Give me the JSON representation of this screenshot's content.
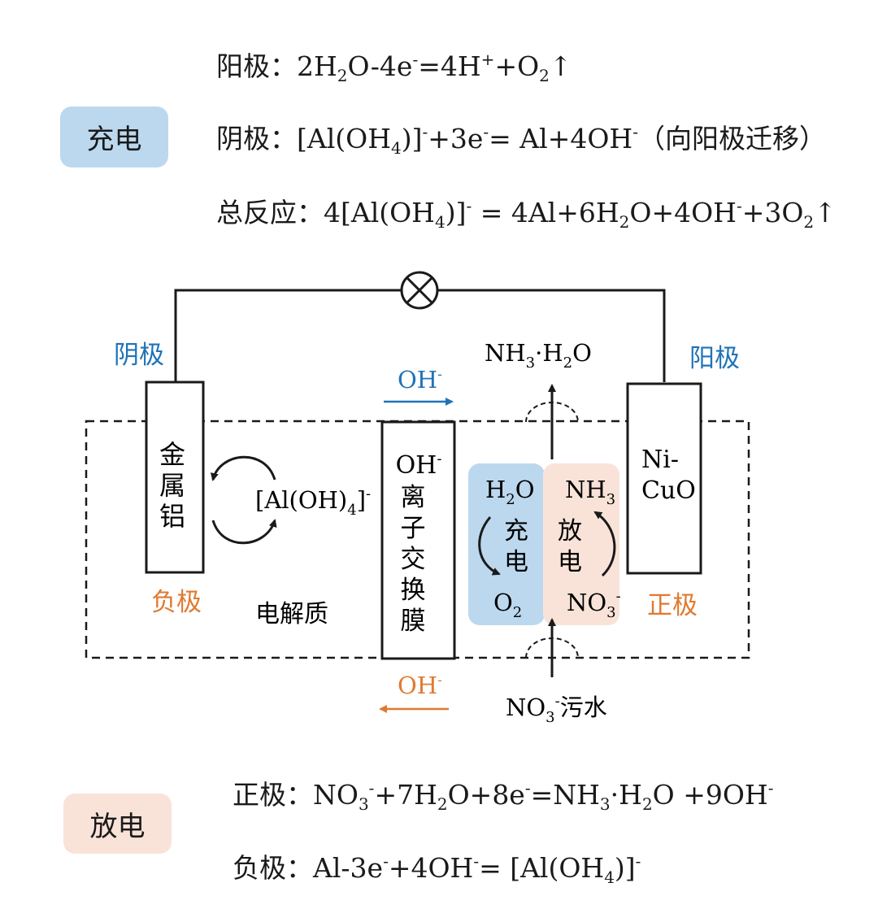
{
  "colors": {
    "blue": "#1f73b7",
    "orange": "#e07a30",
    "charge_bg": "#bcd8ee",
    "discharge_bg": "#f9e3d8"
  },
  "charge": {
    "badge": "充电",
    "anode": {
      "label": "阳极：",
      "lhs": "2H",
      "lhs_sub": "2",
      "lhs2": "O-4e",
      "lhs_sup": "-",
      "rhs": "=4H",
      "rhs_sup": "+",
      "rhs2": "+O",
      "rhs_sub": "2",
      "arrow": "↑"
    },
    "cathode": {
      "label": "阴极：",
      "a": "[Al(OH",
      "a_sub": "4",
      "b": ")]",
      "b_sup": "-",
      "c": "+3e",
      "c_sup": "-",
      "d": "= Al+4OH",
      "d_sup": "-",
      "note": "（向阳极迁移）"
    },
    "total": {
      "label": "总反应：",
      "a": "4[Al(OH",
      "a_sub": "4",
      "b": ")]",
      "b_sup": "-",
      "c": " = 4Al+6H",
      "c_sub": "2",
      "d": "O+4OH",
      "d_sup": "-",
      "e": "+3O",
      "e_sub": "2",
      "arrow": "↑"
    }
  },
  "diagram": {
    "left_top_label": "阴极",
    "right_top_label": "阳极",
    "left_bottom_label": "负极",
    "right_bottom_label": "正极",
    "metal_electrode": [
      "金",
      "属",
      "铝"
    ],
    "aluminate": {
      "a": "[Al(OH)",
      "sub": "4",
      "b": "]",
      "sup": "-"
    },
    "electrolyte": "电解质",
    "membrane": {
      "ion": "OH",
      "ion_sup": "-",
      "chars": [
        "离",
        "子",
        "交",
        "换",
        "膜"
      ]
    },
    "oh_top": {
      "text": "OH",
      "sup": "-"
    },
    "oh_bottom": {
      "text": "OH",
      "sup": "-"
    },
    "product_top": {
      "a": "NH",
      "sub": "3",
      "b": "·H",
      "sub2": "2",
      "c": "O"
    },
    "inlet_bottom": {
      "a": "NO",
      "sub": "3",
      "sup": "-",
      "b": "污水"
    },
    "charge_box": {
      "top": "H",
      "top_sub": "2",
      "top_b": "O",
      "chars": [
        "充",
        "电"
      ],
      "bottom": "O",
      "bottom_sub": "2"
    },
    "discharge_box": {
      "top": "NH",
      "top_sub": "3",
      "chars": [
        "放",
        "电"
      ],
      "bottom": "NO",
      "bottom_sub": "3",
      "bottom_sup": "-"
    },
    "nicuo": [
      "Ni-",
      "CuO"
    ]
  },
  "discharge": {
    "badge": "放电",
    "positive": {
      "label": "正极：",
      "a": "NO",
      "a_sub": "3",
      "a_sup": "-",
      "b": "+7H",
      "b_sub": "2",
      "c": "O+8e",
      "c_sup": "-",
      "d": "=NH",
      "d_sub": "3",
      "e": "·H",
      "e_sub": "2",
      "f": "O +9OH",
      "f_sup": "-"
    },
    "negative": {
      "label": "负极：",
      "a": "Al-3e",
      "a_sup": "-",
      "b": "+4OH",
      "b_sup": "-",
      "c": "= [Al(OH",
      "c_sub": "4",
      "d": ")]",
      "d_sup": "-"
    }
  }
}
